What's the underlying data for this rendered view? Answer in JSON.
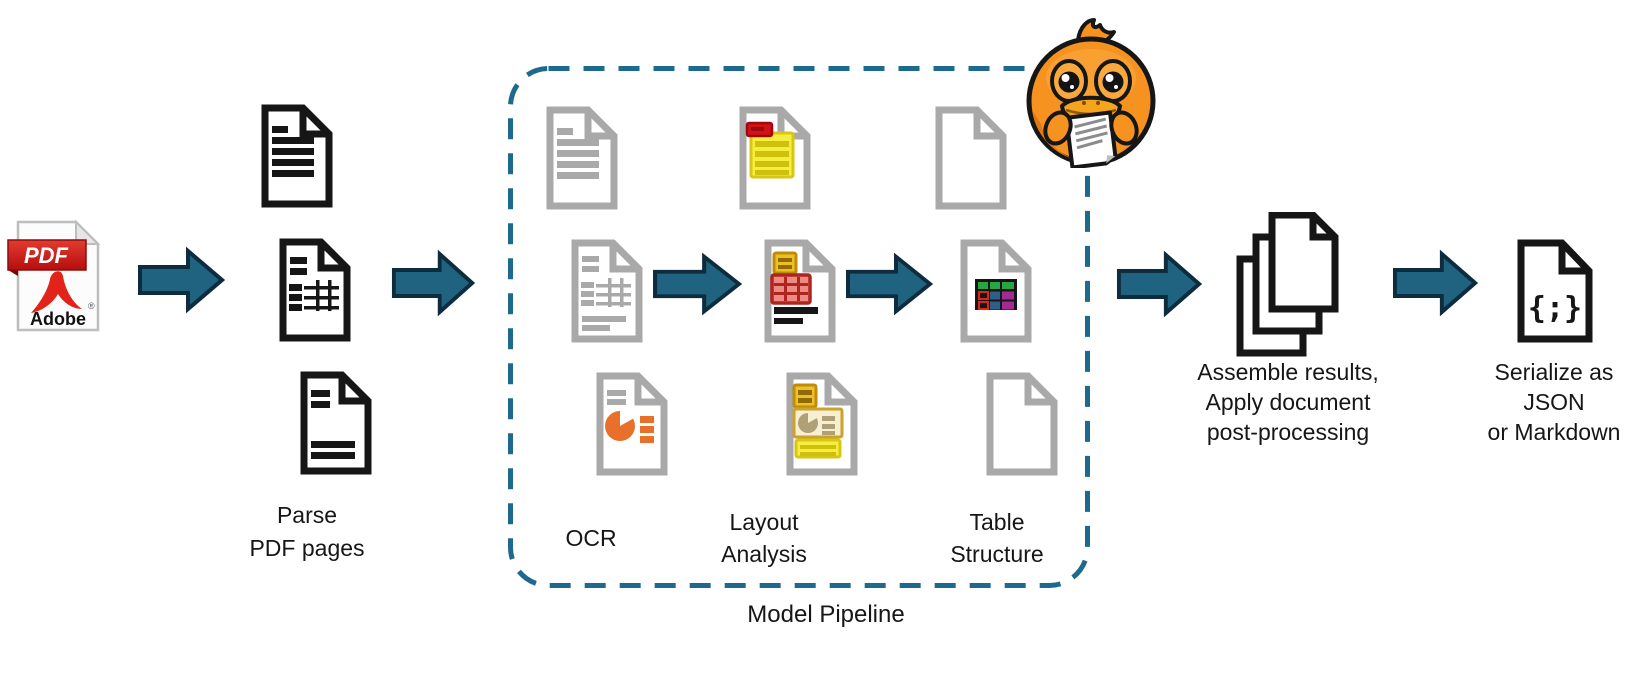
{
  "labels": {
    "parse": [
      "Parse",
      "PDF pages"
    ],
    "ocr": [
      "OCR"
    ],
    "layout": [
      "Layout",
      "Analysis"
    ],
    "table": [
      "Table",
      "Structure"
    ],
    "pipeline_box": "Model Pipeline",
    "assemble": [
      "Assemble results,",
      "Apply document",
      "post-processing"
    ],
    "serialize": [
      "Serialize as",
      "JSON",
      "or Markdown"
    ]
  },
  "pdf_icon": {
    "badge": "PDF",
    "brand": "Adobe",
    "registered": "®"
  },
  "serialize_glyph": "{;}",
  "icons": {
    "source": "adobe-pdf-file-icon",
    "parse_column": [
      "text-document-icon",
      "table-document-icon",
      "letter-document-icon"
    ],
    "ocr_column": [
      "text-document-icon",
      "table-document-icon",
      "pie-chart-document-icon"
    ],
    "layout_column": [
      "highlighted-text-document-icon",
      "highlighted-table-document-icon",
      "highlighted-figure-document-icon"
    ],
    "table_column": [
      "blank-document-icon",
      "colored-table-document-icon",
      "blank-document-icon"
    ],
    "assemble": "stacked-documents-icon",
    "serialize": "code-document-icon",
    "mascot": "docling-duck-mascot",
    "arrows": "flow-arrow-icon"
  },
  "colors": {
    "arrow_fill": "#1f6380",
    "arrow_stroke": "#0d2c3e",
    "pipeline_dash": "#1d6a8e",
    "icon_black": "#161616",
    "icon_gray": "#a9a9a9",
    "highlight_yellow": "#f6ee3e",
    "highlight_yellow_line": "#cfc00e",
    "highlight_red": "#d31216",
    "table_red": "#ae241e",
    "table_red_fill": "#ee8a84",
    "gold": "#eec126",
    "orange_pie": "#e8702a",
    "cell_green": "#29a644",
    "cell_blue": "#2d5f8a",
    "cell_purple": "#a12b92",
    "duck_orange": "#f6921f",
    "adobe_red": "#e2231a"
  }
}
